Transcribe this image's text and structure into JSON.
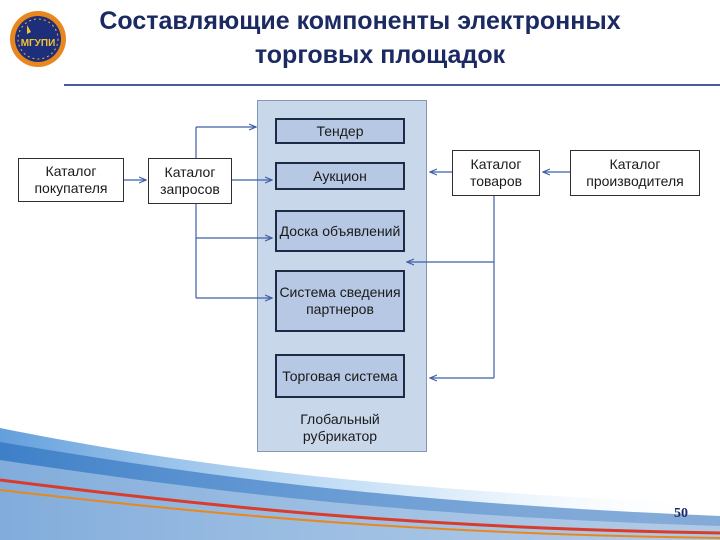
{
  "header": {
    "title_line1": "Составляющие компоненты электронных",
    "title_line2": "торговых площадок",
    "logo_text": "МГУПИ"
  },
  "diagram": {
    "left_boxes": {
      "buyer_catalog": "Каталог покупателя",
      "request_catalog": "Каталог запросов"
    },
    "center_items": {
      "tender": "Тендер",
      "auction": "Аукцион",
      "board": "Доска объявлений",
      "partners": "Система сведения партнеров",
      "trading": "Торговая система",
      "rubricator": "Глобальный рубрикатор"
    },
    "right_boxes": {
      "goods_catalog": "Каталог товаров",
      "manufacturer_catalog": "Каталог производителя"
    }
  },
  "footer": {
    "page_number": "50"
  },
  "colors": {
    "title": "#1b2a63",
    "panel": "#c9d7ea",
    "inner_box": "#b6c8e3",
    "connector": "#3f5fa8",
    "wave": "#2f7fd0",
    "accent_red": "#d83c2b",
    "logo_ring": "#e8871e"
  }
}
